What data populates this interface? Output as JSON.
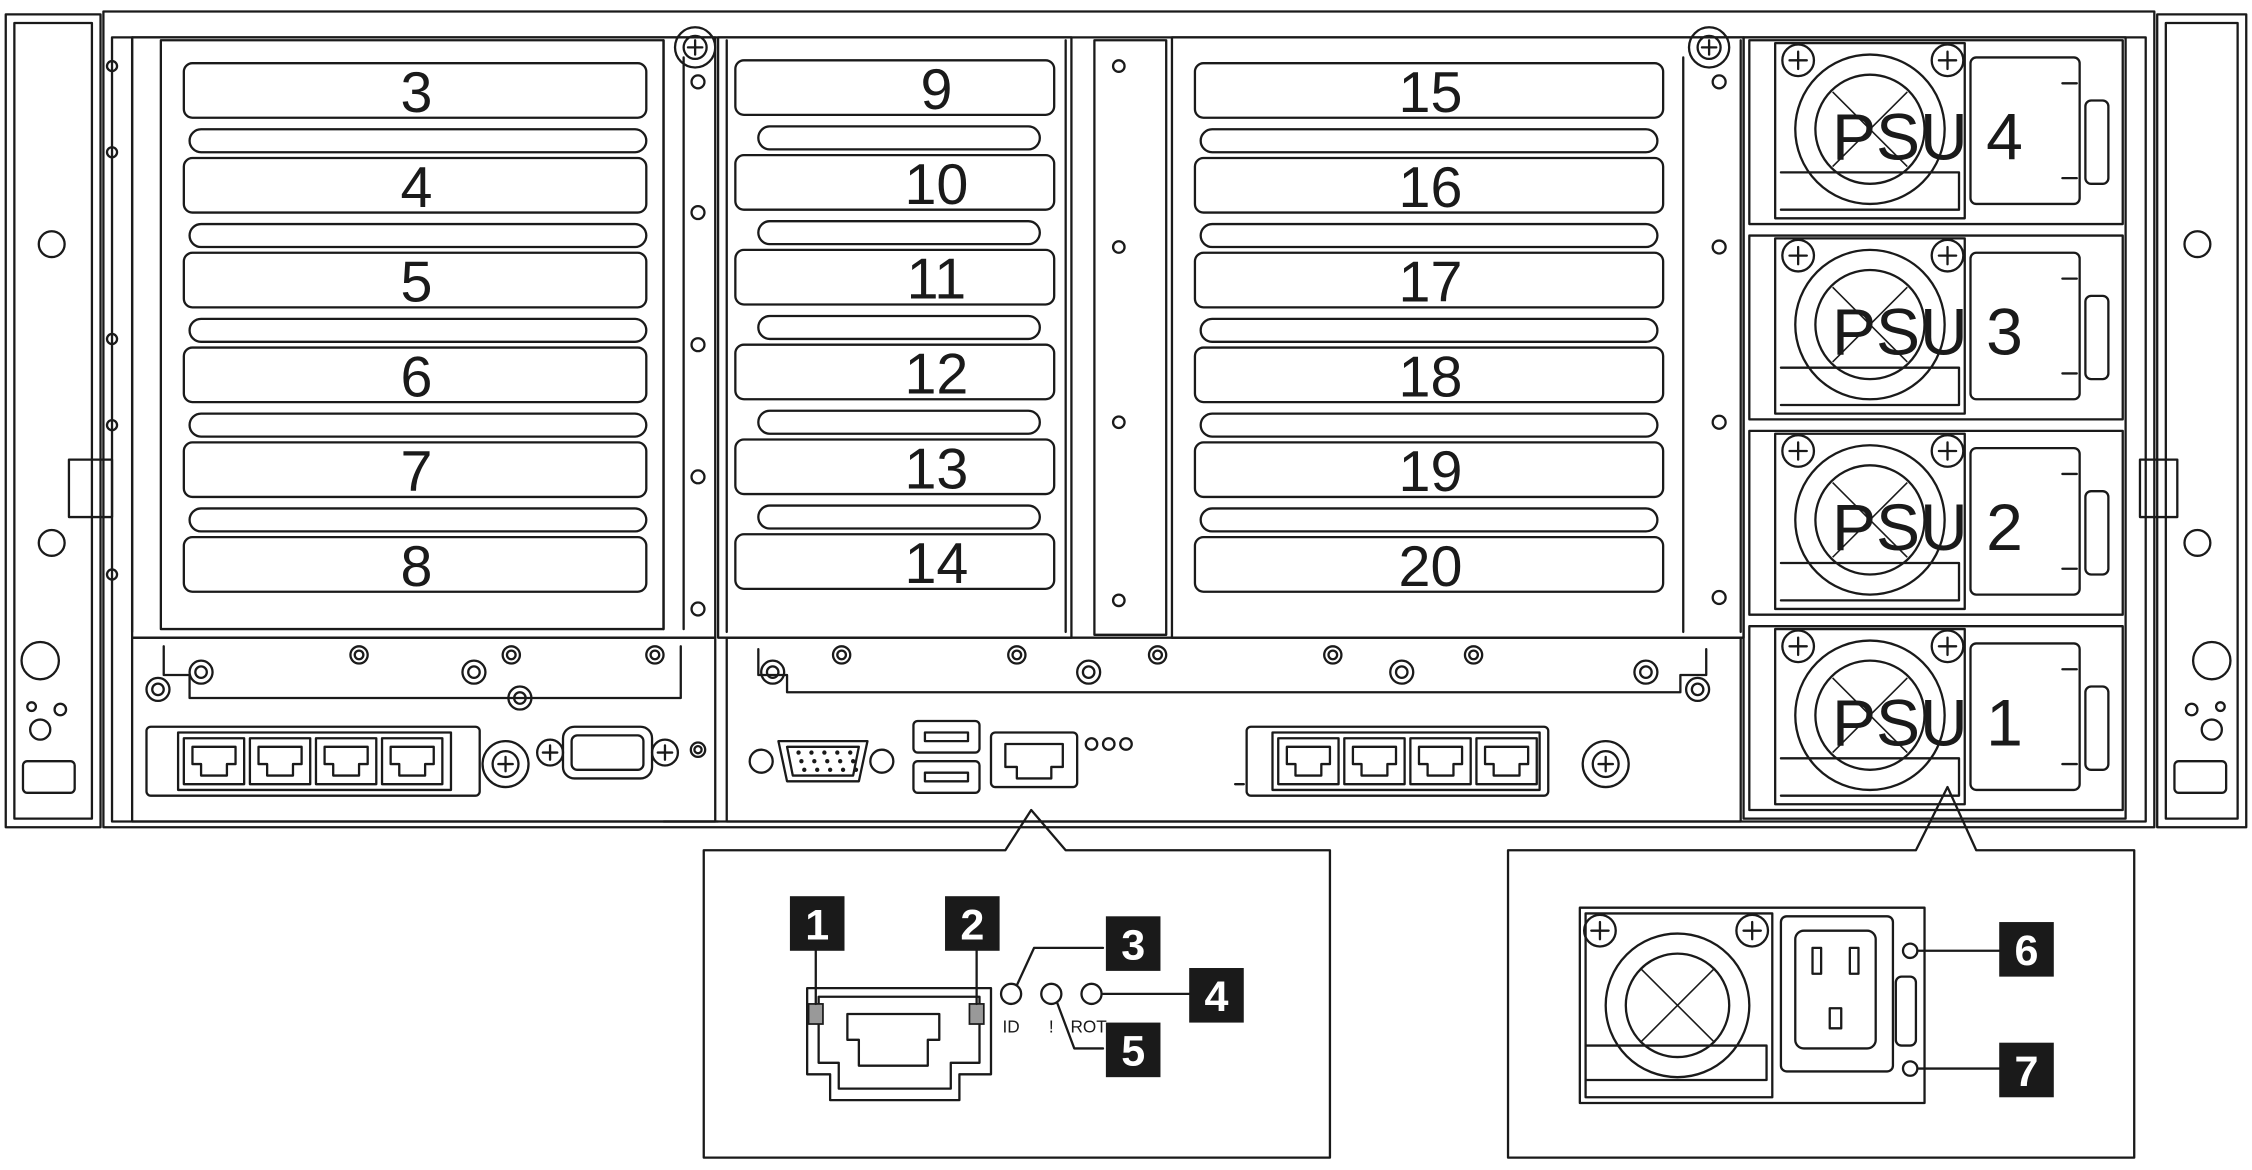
{
  "pcie_slots": {
    "left": [
      "3",
      "4",
      "5",
      "6",
      "7",
      "8"
    ],
    "middle": [
      "9",
      "10",
      "11",
      "12",
      "13",
      "14"
    ],
    "right": [
      "15",
      "16",
      "17",
      "18",
      "19",
      "20"
    ]
  },
  "psus": [
    "PSU 4",
    "PSU 3",
    "PSU 2",
    "PSU 1"
  ],
  "led_labels": {
    "id": "ID",
    "error": "!",
    "rot": "ROT"
  },
  "callouts": [
    "1",
    "2",
    "3",
    "4",
    "5",
    "6",
    "7"
  ]
}
